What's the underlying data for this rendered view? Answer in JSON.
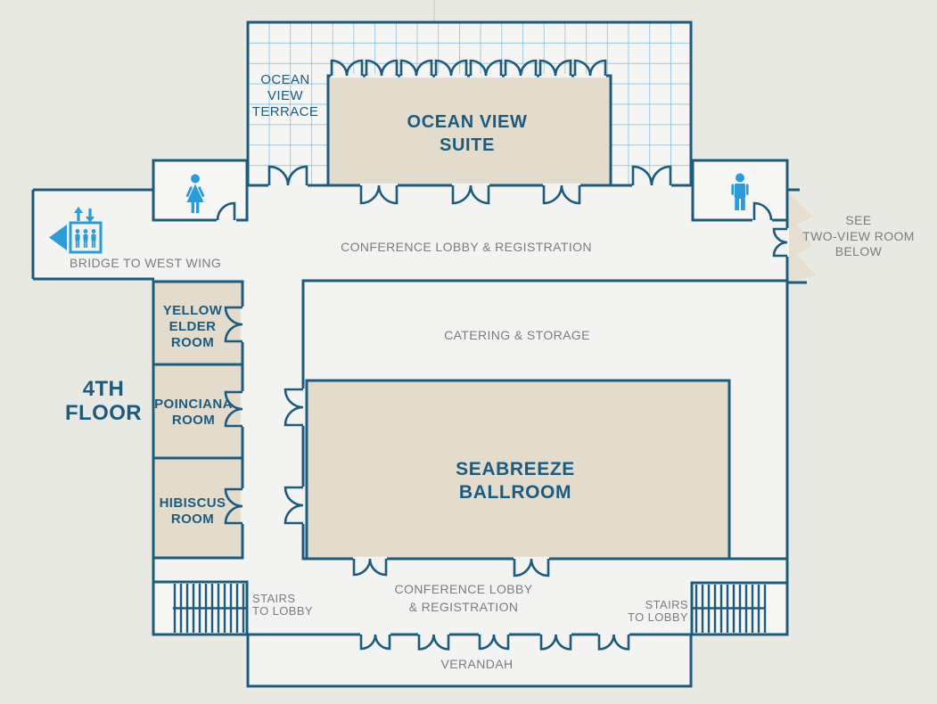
{
  "plan": {
    "floor_name": "4TH FLOOR",
    "labels": {
      "floor": {
        "lines": [
          "4TH",
          "FLOOR"
        ]
      },
      "terrace": {
        "lines": [
          "OCEAN",
          "VIEW",
          "TERRACE"
        ]
      },
      "suite": {
        "lines": [
          "OCEAN VIEW",
          "SUITE"
        ]
      },
      "lobby_top": {
        "text": "CONFERENCE LOBBY & REGISTRATION"
      },
      "bridge": {
        "text": "BRIDGE TO WEST WING"
      },
      "two_view": {
        "lines": [
          "SEE",
          "TWO-VIEW ROOM",
          "BELOW"
        ]
      },
      "yellow_elder": {
        "lines": [
          "YELLOW",
          "ELDER",
          "ROOM"
        ]
      },
      "poinciana": {
        "lines": [
          "POINCIANA",
          "ROOM"
        ]
      },
      "hibiscus": {
        "lines": [
          "HIBISCUS",
          "ROOM"
        ]
      },
      "catering": {
        "text": "CATERING & STORAGE"
      },
      "ballroom": {
        "lines": [
          "SEABREEZE",
          "BALLROOM"
        ]
      },
      "stairs_left": {
        "lines": [
          "STAIRS",
          "TO LOBBY"
        ]
      },
      "stairs_right": {
        "lines": [
          "STAIRS",
          "TO LOBBY"
        ]
      },
      "lobby_bottom": {
        "lines": [
          "CONFERENCE LOBBY",
          "& REGISTRATION"
        ]
      },
      "verandah": {
        "text": "VERANDAH"
      }
    },
    "icons": {
      "womens_restroom": "woman-pictogram",
      "mens_restroom": "man-pictogram",
      "elevator": "elevator-cab-with-up-down-arrows-and-exit-arrow",
      "stairs": "stair-treads-hatching",
      "two_view_connector": "jagged-arrow-to-room-below"
    },
    "colors": {
      "wall": "#1d5b7e",
      "accent_blue": "#2b9cd8",
      "room_fill": "#e3dccd",
      "floor_fill": "#f3f4f1",
      "background": "#e9e9e3",
      "grid_line": "#7db9dc",
      "gray_text": "#7b7c7e",
      "blue_text": "#1d5b7e"
    }
  }
}
